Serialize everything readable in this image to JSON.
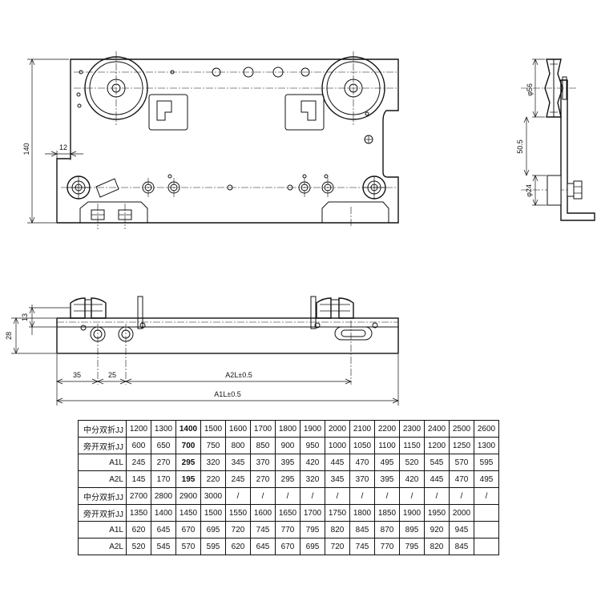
{
  "front_view": {
    "dim_height": "140",
    "dim_offset": "12"
  },
  "side_view": {
    "dim_wheel_dia": "φ56",
    "dim_spacing": "50.5",
    "dim_roller_dia": "φ24"
  },
  "plan_view": {
    "dim_total_thickness": "28",
    "dim_plate_thickness": "13",
    "dim_edge_offset": "35",
    "dim_hole_spacing": "25",
    "dim_a2l": "A2L±0.5",
    "dim_a1l": "A1L±0.5"
  },
  "table": {
    "rows": [
      {
        "header": "中分双折JJ",
        "values": [
          "1200",
          "1300",
          "1400",
          "1500",
          "1600",
          "1700",
          "1800",
          "1900",
          "2000",
          "2100",
          "2200",
          "2300",
          "2400",
          "2500",
          "2600"
        ]
      },
      {
        "header": "旁开双折JJ",
        "values": [
          "600",
          "650",
          "700",
          "750",
          "800",
          "850",
          "900",
          "950",
          "1000",
          "1050",
          "1100",
          "1150",
          "1200",
          "1250",
          "1300"
        ]
      },
      {
        "header": "A1L",
        "values": [
          "245",
          "270",
          "295",
          "320",
          "345",
          "370",
          "395",
          "420",
          "445",
          "470",
          "495",
          "520",
          "545",
          "570",
          "595"
        ]
      },
      {
        "header": "A2L",
        "values": [
          "145",
          "170",
          "195",
          "220",
          "245",
          "270",
          "295",
          "320",
          "345",
          "370",
          "395",
          "420",
          "445",
          "470",
          "495"
        ]
      },
      {
        "header": "中分双折JJ",
        "values": [
          "2700",
          "2800",
          "2900",
          "3000",
          "/",
          "/",
          "/",
          "/",
          "/",
          "/",
          "/",
          "/",
          "/",
          "/",
          "/"
        ]
      },
      {
        "header": "旁开双折JJ",
        "values": [
          "1350",
          "1400",
          "1450",
          "1500",
          "1550",
          "1600",
          "1650",
          "1700",
          "1750",
          "1800",
          "1850",
          "1900",
          "1950",
          "2000",
          ""
        ]
      },
      {
        "header": "A1L",
        "values": [
          "620",
          "645",
          "670",
          "695",
          "720",
          "745",
          "770",
          "795",
          "820",
          "845",
          "870",
          "895",
          "920",
          "945",
          ""
        ]
      },
      {
        "header": "A2L",
        "values": [
          "520",
          "545",
          "570",
          "595",
          "620",
          "645",
          "670",
          "695",
          "720",
          "745",
          "770",
          "795",
          "820",
          "845",
          ""
        ]
      }
    ]
  }
}
